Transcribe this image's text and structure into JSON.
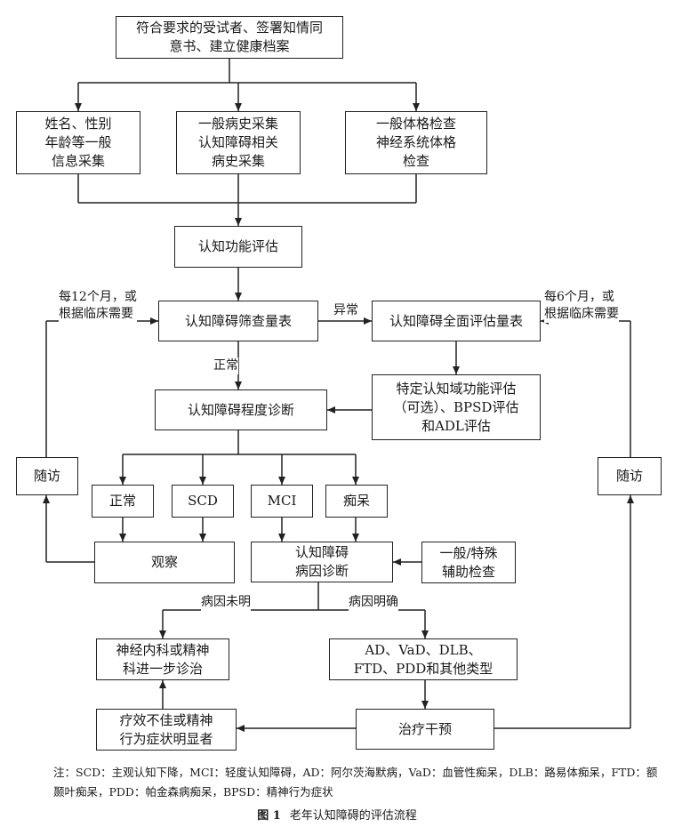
{
  "boxes": {
    "start": "符合要求的受试者、签署知情同\n意书、建立健康档案",
    "name_info": "姓名、性别\n年龄等一般\n信息采集",
    "history": "一般病史采集\n认知障碍相关\n病史采集",
    "physical": "一般体格检查\n神经系统体格\n检查",
    "cog_assess": "认知功能评估",
    "screen": "认知障碍筛查量表",
    "full_assess": "认知障碍全面评估量表",
    "specific": "特定认知域功能评估\n（可选）、BPSD评估\n和ADL评估",
    "degree": "认知障碍程度诊断",
    "followup_left": "随访",
    "followup_right": "随访",
    "normal": "正常",
    "scd": "SCD",
    "mci": "MCI",
    "dementia": "痴呆",
    "observe": "观察",
    "etiology": "认知障碍\n病因诊断",
    "aux_exam": "一般/特殊\n辅助检查",
    "neuro": "神经内科或精神\n科进一步诊治",
    "types": "AD、VaD、DLB、\nFTD、PDD和其他类型",
    "poor": "疗效不佳或精神\n行为症状明显者",
    "treatment": "治疗干预"
  },
  "labels": {
    "every12": "每12个月，或\n根据临床需要",
    "every6": "每6个月，或\n根据临床需要",
    "abnormal": "异常",
    "normal": "正常",
    "unknown_cause": "病因未明",
    "known_cause": "病因明确"
  },
  "note": "注：SCD：主观认知下降，MCI：轻度认知障碍，AD：阿尔茨海默病，VaD：血管性痴呆，DLB：路易体痴呆，FTD：额颞叶痴呆，PDD：帕金森病痴呆，BPSD：精神行为症状",
  "caption": {
    "figure_no": "图 1",
    "title": "老年认知障碍的评估流程"
  }
}
